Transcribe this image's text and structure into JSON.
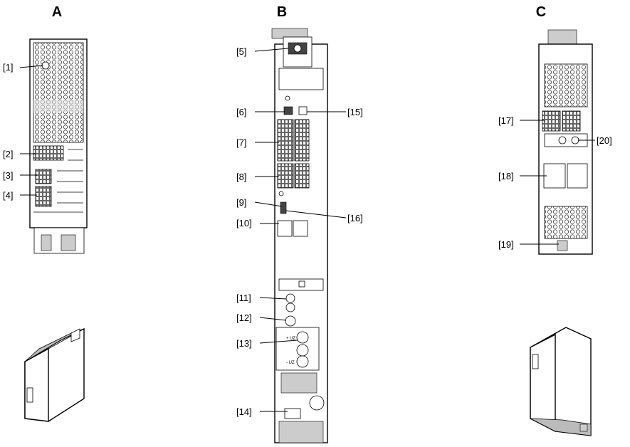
{
  "views": {
    "a": {
      "title": "A",
      "callouts": [
        "[1]",
        "[2]",
        "[3]",
        "[4]"
      ]
    },
    "b": {
      "title": "B",
      "callouts": [
        "[5]",
        "[6]",
        "[7]",
        "[8]",
        "[9]",
        "[10]",
        "[11]",
        "[12]",
        "[13]",
        "[14]",
        "[15]",
        "[16]"
      ]
    },
    "c": {
      "title": "C",
      "callouts": [
        "[17]",
        "[18]",
        "[19]",
        "[20]"
      ]
    }
  },
  "device_markings": {
    "uz_plus": "+ UZ",
    "uz_minus": "- UZ"
  }
}
